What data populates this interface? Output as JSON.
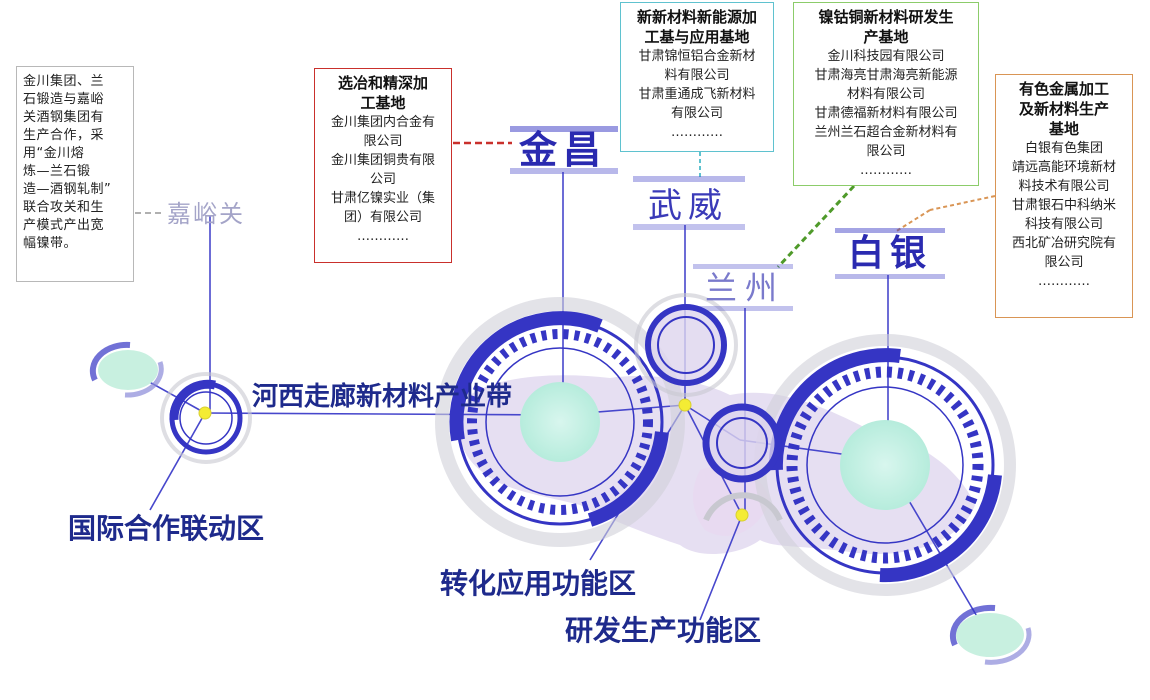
{
  "colors": {
    "ring_blue": "#3535c4",
    "line_blue": "#4747cc",
    "node_yellow": "#f4ec34",
    "map_fill": "#ddd4ee",
    "grey": "#b0b0b0",
    "jinchang_border": "#c9302c",
    "wuwei_border": "#5fc2cf",
    "lanzhou_border": "#8ccc6a",
    "baiyin_border": "#d99555"
  },
  "cities": {
    "jiayuguan": "嘉峪关",
    "jinchang": "金昌",
    "wuwei": "武威",
    "lanzhou": "兰州",
    "baiyin": "白银"
  },
  "labels": {
    "corridor": "河西走廊新材料产业带",
    "intl": "国际合作联动区",
    "transform": "转化应用功能区",
    "rnd": "研发生产功能区"
  },
  "boxes": {
    "jiayuguan": {
      "lines": [
        "金川集团、兰",
        "石锻造与嘉峪",
        "关酒钢集团有",
        "生产合作，采",
        "用“金川熔",
        "炼—兰石锻",
        "造—酒钢轧制”",
        "联合攻关和生",
        "产模式产出宽",
        "幅镍带。"
      ]
    },
    "jinchang": {
      "title_lines": [
        "选冶和精深加",
        "工基地"
      ],
      "lines": [
        "金川集团内合金有",
        "限公司",
        "金川集团铜贵有限",
        "公司",
        "甘肃亿镍实业（集",
        "团）有限公司",
        "…………"
      ]
    },
    "wuwei": {
      "title_lines": [
        "新新材料新能源加",
        "工基与应用基地"
      ],
      "lines": [
        "甘肃锦恒铝合金新材",
        "料有限公司",
        "甘肃重通成飞新材料",
        "有限公司",
        "…………"
      ]
    },
    "lanzhou": {
      "title_lines": [
        "镍钴铜新材料研发生",
        "产基地"
      ],
      "lines": [
        "金川科技园有限公司",
        "甘肃海亮甘肃海亮新能源",
        "材料有限公司",
        "甘肃德福新材料有限公司",
        "兰州兰石超合金新材料有",
        "限公司",
        "…………"
      ]
    },
    "baiyin": {
      "title_lines": [
        "有色金属加工",
        "及新材料生产",
        "基地"
      ],
      "lines": [
        "白银有色集团",
        "靖远高能环境新材",
        "料技术有限公司",
        "甘肃银石中科纳米",
        "科技有限公司",
        "西北矿冶研究院有",
        "限公司",
        "…………"
      ]
    }
  }
}
